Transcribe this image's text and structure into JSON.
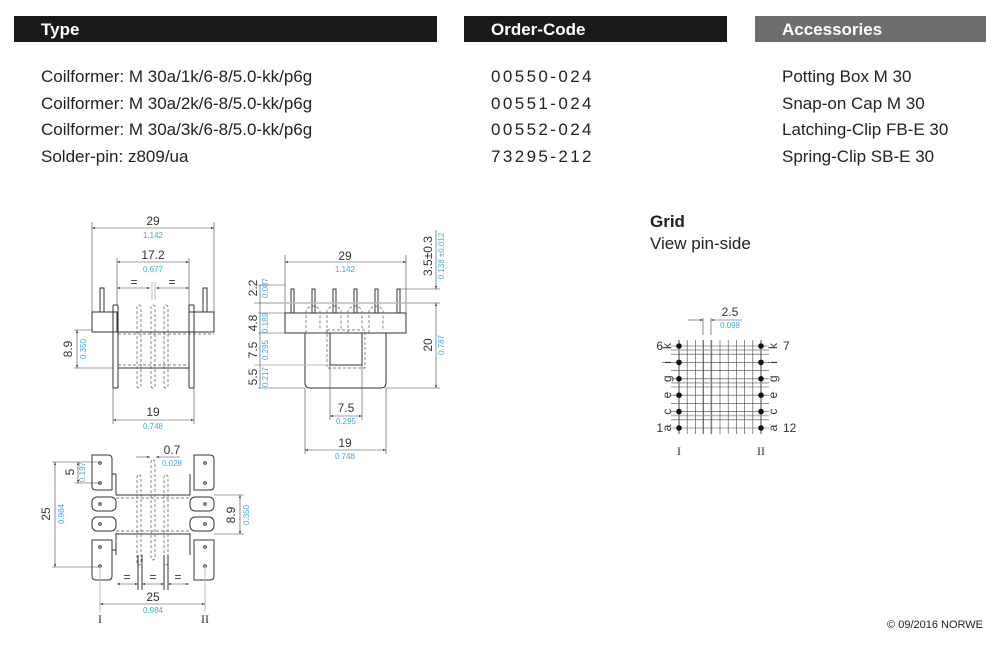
{
  "headers": {
    "type": "Type",
    "order_code": "Order-Code",
    "accessories": "Accessories"
  },
  "header_colors": {
    "primary": "#1a1a1a",
    "secondary": "#6e6e6e",
    "imperial_dim": "#3fa9dc"
  },
  "types": [
    {
      "label": "Coilformer:",
      "value": "M 30a/1k/6-8/5.0-kk/p6g"
    },
    {
      "label": "Coilformer:",
      "value": "M 30a/2k/6-8/5.0-kk/p6g"
    },
    {
      "label": "Coilformer:",
      "value": "M 30a/3k/6-8/5.0-kk/p6g"
    },
    {
      "label": "Solder-pin:",
      "value": "z809/ua"
    }
  ],
  "order_codes": [
    "00550-024",
    "00551-024",
    "00552-024",
    "73295-212"
  ],
  "accessories": [
    "Potting Box M 30",
    "Snap-on Cap M 30",
    "Latching-Clip FB-E 30",
    "Spring-Clip SB-E 30"
  ],
  "drawing_front": {
    "overall_width": {
      "mm": "29",
      "in": "1.142"
    },
    "inner_width": {
      "mm": "17.2",
      "in": "0.677"
    },
    "equal_mark": "=",
    "height": {
      "mm": "8.9",
      "in": "0.350"
    },
    "flange_width": {
      "mm": "19",
      "in": "0.748"
    }
  },
  "drawing_side": {
    "overall_width": {
      "mm": "29",
      "in": "1.142"
    },
    "pin_length": {
      "mm": "3.5±0.3",
      "in": "0.138 ±0.012"
    },
    "h1": {
      "mm": "2.2",
      "in": "0.087"
    },
    "h2": {
      "mm": "4.8",
      "in": "0.189"
    },
    "h3": {
      "mm": "7.5",
      "in": "0.295"
    },
    "h4": {
      "mm": "5.5",
      "in": "0.217"
    },
    "total_height": {
      "mm": "20",
      "in": "0.787"
    },
    "window_width": {
      "mm": "7.5",
      "in": "0.295"
    },
    "body_width": {
      "mm": "19",
      "in": "0.748"
    }
  },
  "drawing_bottom": {
    "pin_spacing": {
      "mm": "5",
      "in": "0.197"
    },
    "overall_length": {
      "mm": "25",
      "in": "0.984"
    },
    "slot_width": {
      "mm": "0.7",
      "in": "0.028"
    },
    "core_height": {
      "mm": "8.9",
      "in": "0.350"
    },
    "row_spacing": {
      "mm": "25",
      "in": "0.984"
    },
    "equal_mark": "=",
    "row_left": "I",
    "row_right": "II"
  },
  "grid": {
    "title": "Grid",
    "subtitle": "View pin-side",
    "pitch": {
      "mm": "2.5",
      "in": "0.098"
    },
    "left_pins": [
      {
        "num": "6",
        "letter": "k"
      },
      {
        "num": "",
        "letter": "i"
      },
      {
        "num": "",
        "letter": "g"
      },
      {
        "num": "",
        "letter": "e"
      },
      {
        "num": "",
        "letter": "c"
      },
      {
        "num": "1",
        "letter": "a"
      }
    ],
    "right_pins": [
      {
        "num": "7",
        "letter": "k"
      },
      {
        "num": "",
        "letter": "i"
      },
      {
        "num": "",
        "letter": "g"
      },
      {
        "num": "",
        "letter": "e"
      },
      {
        "num": "",
        "letter": "c"
      },
      {
        "num": "12",
        "letter": "a"
      }
    ],
    "row_left": "I",
    "row_right": "II"
  },
  "footer": {
    "copyright": "© 09/2016 NORWE"
  }
}
